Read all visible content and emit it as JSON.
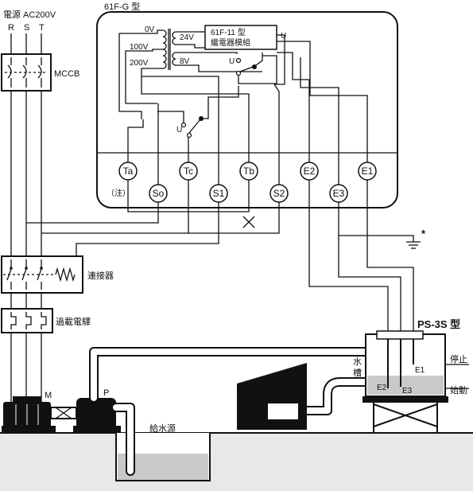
{
  "title_model": "61F-G 型",
  "power": {
    "label": "電源 AC200V",
    "phases": [
      "R",
      "S",
      "T"
    ]
  },
  "mccb": {
    "label": "MCCB"
  },
  "transformer": {
    "taps": [
      "0V",
      "100V",
      "200V"
    ],
    "outputs": [
      "24V",
      "8V"
    ]
  },
  "relay_module": {
    "line1": "61F-11 型",
    "line2": "繼電器模組",
    "unit_mark": "U"
  },
  "switch_marks": [
    "U",
    "U"
  ],
  "terminals": {
    "top_row": [
      "Ta",
      "Tc",
      "Tb",
      "E2",
      "E1"
    ],
    "bottom_row": [
      "So",
      "S1",
      "S2",
      "E3"
    ],
    "note": "（注）"
  },
  "ground_mark": "*",
  "contactor": {
    "label": "連接器"
  },
  "overload": {
    "label": "過載電驛"
  },
  "motor": {
    "label": "M"
  },
  "pump": {
    "label": "P"
  },
  "water_source": {
    "label": "給水源"
  },
  "tank": {
    "label": "水槽",
    "sensor_model": "PS-3S 型",
    "stop_label": "停止",
    "start_label": "始動",
    "electrodes": [
      "E1",
      "E2",
      "E3"
    ]
  },
  "colors": {
    "ink": "#111111",
    "water": "#c9c9c9",
    "paper": "#ffffff"
  }
}
